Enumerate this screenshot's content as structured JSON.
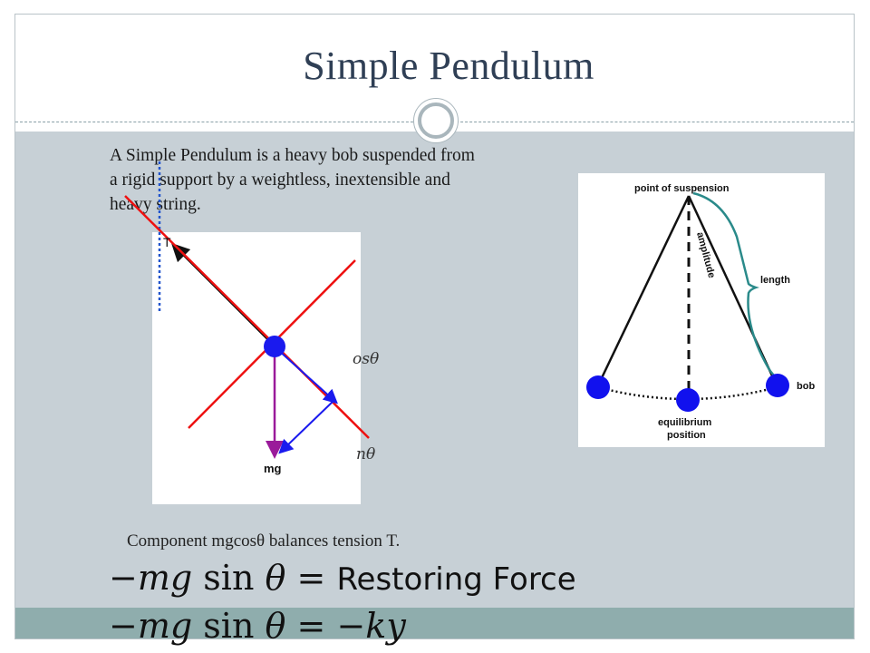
{
  "slide": {
    "title": "Simple Pendulum",
    "definition_lines": [
      "A Simple Pendulum  is a heavy bob suspended from",
      "a rigid support by a weightless, inextensible and",
      "heavy string."
    ],
    "caption": "Component  mgcosθ balances tension T.",
    "equation1": {
      "lhs_sign": "−",
      "lhs": "mg",
      "func": "sin",
      "var": "θ",
      "rhs": "Restoring Force"
    },
    "equation2": {
      "lhs_sign": "−",
      "lhs": "mg",
      "func": "sin",
      "var": "θ",
      "rhs_sign": "−",
      "rhs": "ky"
    }
  },
  "force_diagram": {
    "label_tension": "T",
    "label_weight": "mg",
    "label_cos_partial": "os",
    "label_sin_partial": "n",
    "theta": "θ",
    "colors": {
      "lines": "#ee1111",
      "bob": "#1a1aee",
      "weight_arrow": "#9a1a9a",
      "component_arrow": "#1a1aee",
      "vertical_dotted": "#2255cc"
    }
  },
  "pendulum_diagram": {
    "label_suspension": "point of suspension",
    "label_amplitude": "amplitude",
    "label_length": "length",
    "label_bob": "bob",
    "label_equilibrium_1": "equilibrium",
    "label_equilibrium_2": "position",
    "colors": {
      "bob": "#1111ee",
      "string": "#111111",
      "bracket": "#2a8a8a"
    }
  }
}
